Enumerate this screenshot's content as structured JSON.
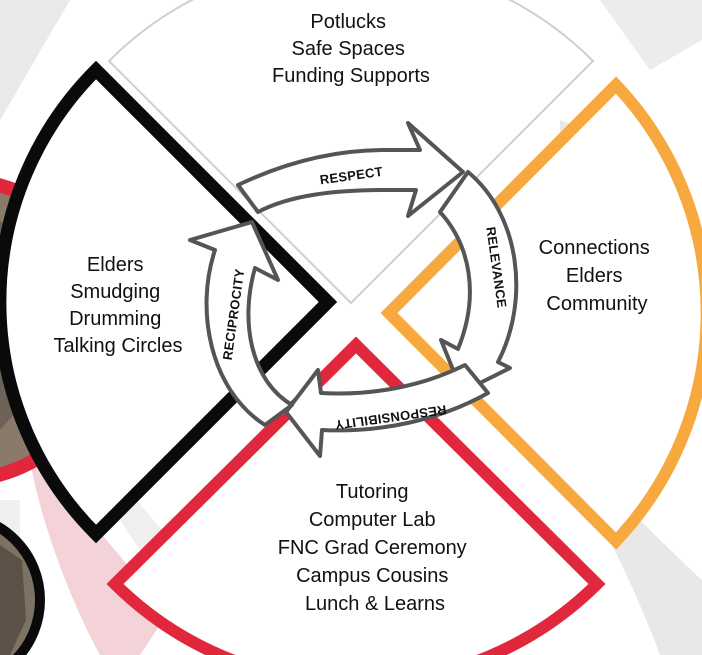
{
  "colors": {
    "top_quadrant": "#ffffff",
    "left_quadrant_border": "#0a0a0a",
    "right_quadrant_border": "#f7a83e",
    "bottom_quadrant_border": "#e1273c",
    "arrow_fill": "#ffffff",
    "arrow_stroke": "#555555",
    "background_swirl": "#e6e6e6",
    "background_swirl_red": "#f6d6da"
  },
  "quadrants": {
    "top": {
      "lines": [
        "Potlucks",
        "Safe Spaces",
        "Funding Supports"
      ]
    },
    "right": {
      "lines": [
        "Connections",
        "Elders",
        "Community"
      ]
    },
    "bottom": {
      "lines": [
        "Tutoring",
        "Computer Lab",
        "FNC Grad Ceremony",
        "Campus Cousins",
        "Lunch & Learns"
      ]
    },
    "left": {
      "lines": [
        "Elders",
        "Smudging",
        "Drumming",
        "Talking Circles"
      ]
    }
  },
  "arrows": {
    "respect": "RESPECT",
    "relevance": "RELEVANCE",
    "responsibility": "RESPONSIBILITY",
    "reciprocity": "RECIPROCITY"
  }
}
